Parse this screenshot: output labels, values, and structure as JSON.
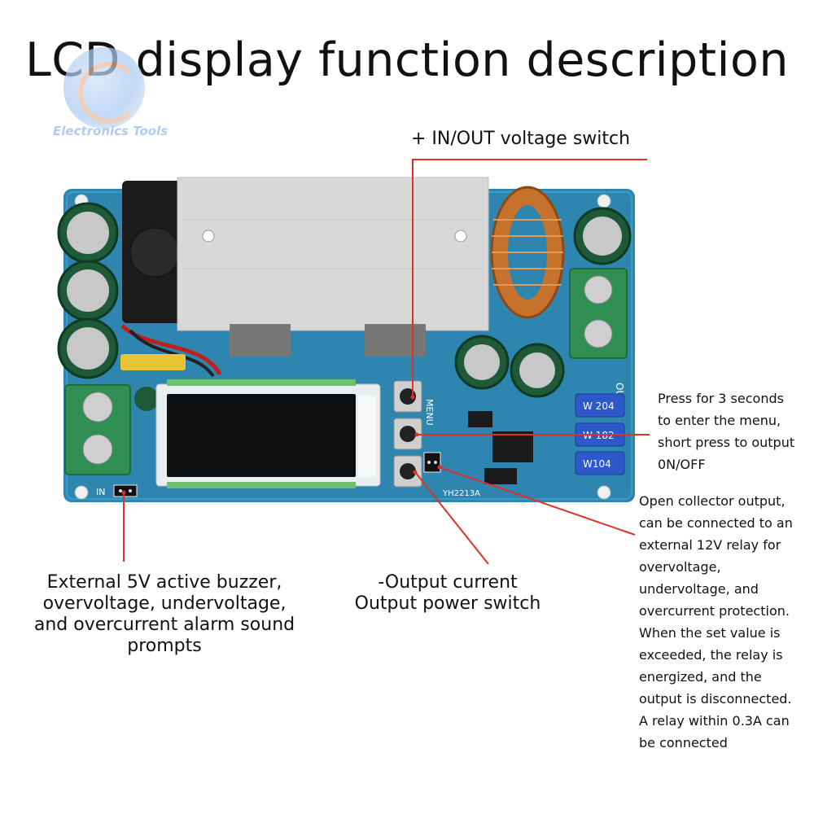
{
  "title": "LCD display function description",
  "watermark": {
    "brand": "Electronics Tools"
  },
  "board_marks": {
    "pot_1": "W 204",
    "pot_2": "W 182",
    "pot_3": "W104",
    "model": "YH2213A",
    "menu": "MENU",
    "in": "IN",
    "out": "OUT"
  },
  "callouts": {
    "in_out_switch": "+ IN/OUT voltage switch",
    "menu_press": [
      "Press for 3 seconds",
      "to enter the menu,",
      "short press to output",
      "0N/OFF"
    ],
    "open_collector": [
      "Open collector output,",
      "can be connected to an",
      "external 12V relay for",
      "overvoltage,",
      "undervoltage, and",
      "overcurrent protection.",
      "When the set value is",
      "exceeded, the relay is",
      "energized, and the",
      "output is disconnected.",
      "A relay within 0.3A can",
      "be connected"
    ],
    "buzzer": [
      "External 5V active buzzer,",
      "overvoltage, undervoltage,",
      "and overcurrent alarm sound",
      "prompts"
    ],
    "output_current": [
      "-Output current",
      "Output power switch"
    ]
  },
  "colors": {
    "pcb": "#2e86b0",
    "leader_line": "#e0302a",
    "heatsink": "#d8d8d8",
    "terminal": "#2f8f52",
    "copper": "#c7722c"
  }
}
